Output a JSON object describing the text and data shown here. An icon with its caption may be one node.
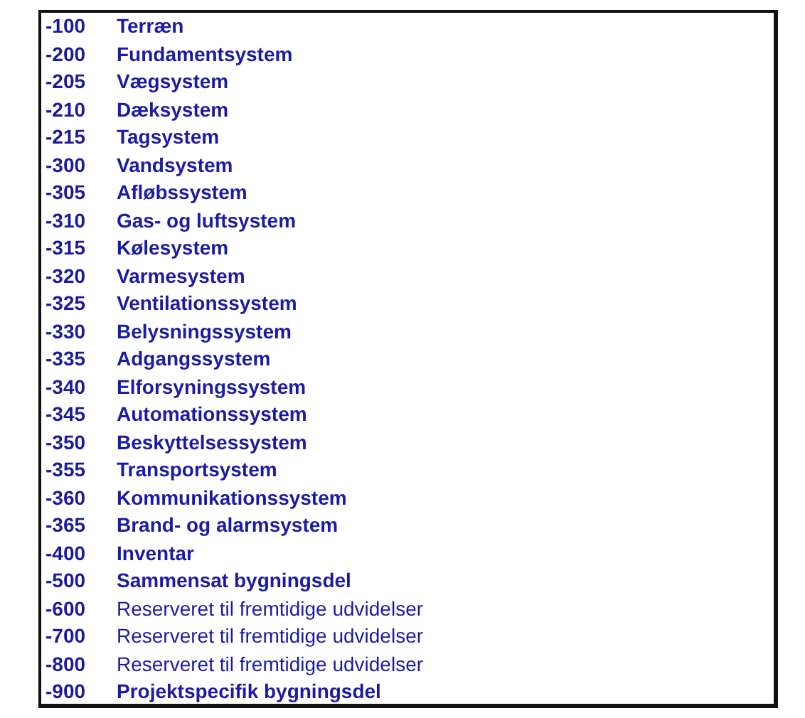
{
  "diagram": {
    "labels": [
      "-100",
      "Terræn",
      "-200",
      "Fundamentsystem",
      "-205",
      "Vægsystem",
      "-210",
      "Dæksystem",
      "-215",
      "Tagsystem",
      "-300",
      "Vandsystem",
      "-305",
      "Afløbssystem",
      "-310",
      "Gas- og luftsystem",
      "-315",
      "Kølesystem",
      "-320",
      "Varmesystem",
      "-325",
      "Ventilationssystem",
      "-330",
      "Belysningssystem",
      "-335",
      "Adgangssystem",
      "-340",
      "Elforsyningssystem",
      "-345",
      "Automationssystem",
      "-350",
      "Beskyttelsessystem",
      "-355",
      "Transportsystem",
      "-360",
      "Kommunikationssystem",
      "-365",
      "Brand- og alarmsystem",
      "-400",
      "Inventar",
      "-500",
      "Sammensat bygningsdel",
      "-600",
      "Reserveret til fremtidige udvidelser",
      "-700",
      "Reserveret til fremtidige udvidelser",
      "-800",
      "Reserveret til fremtidige udvidelser",
      "-900",
      "Projektspecifik bygningsdel"
    ]
  }
}
